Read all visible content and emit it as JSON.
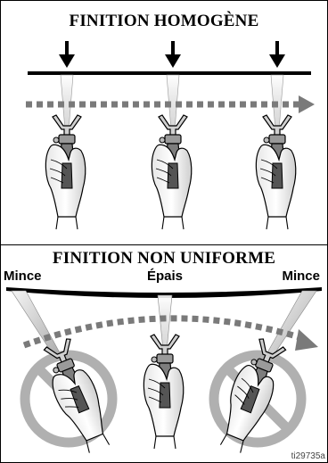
{
  "top_panel": {
    "title": "FINITION HOMOGÈNE"
  },
  "bottom_panel": {
    "title": "FINITION NON UNIFORME",
    "labels": {
      "left": "Mince",
      "center": "Épais",
      "right": "Mince"
    }
  },
  "reference_code": "ti29735a",
  "icons": {
    "arrow": "down-arrow-icon",
    "spray": "spray-gun-hand-icon",
    "prohibit": "prohibited-icon",
    "direction": "dashed-direction-arrow-icon"
  },
  "colors": {
    "ink": "#000000",
    "dashed_arrow": "#7a7a7a",
    "prohibit_circle": "#b0b0b0",
    "fan": "#d9d9d9"
  }
}
